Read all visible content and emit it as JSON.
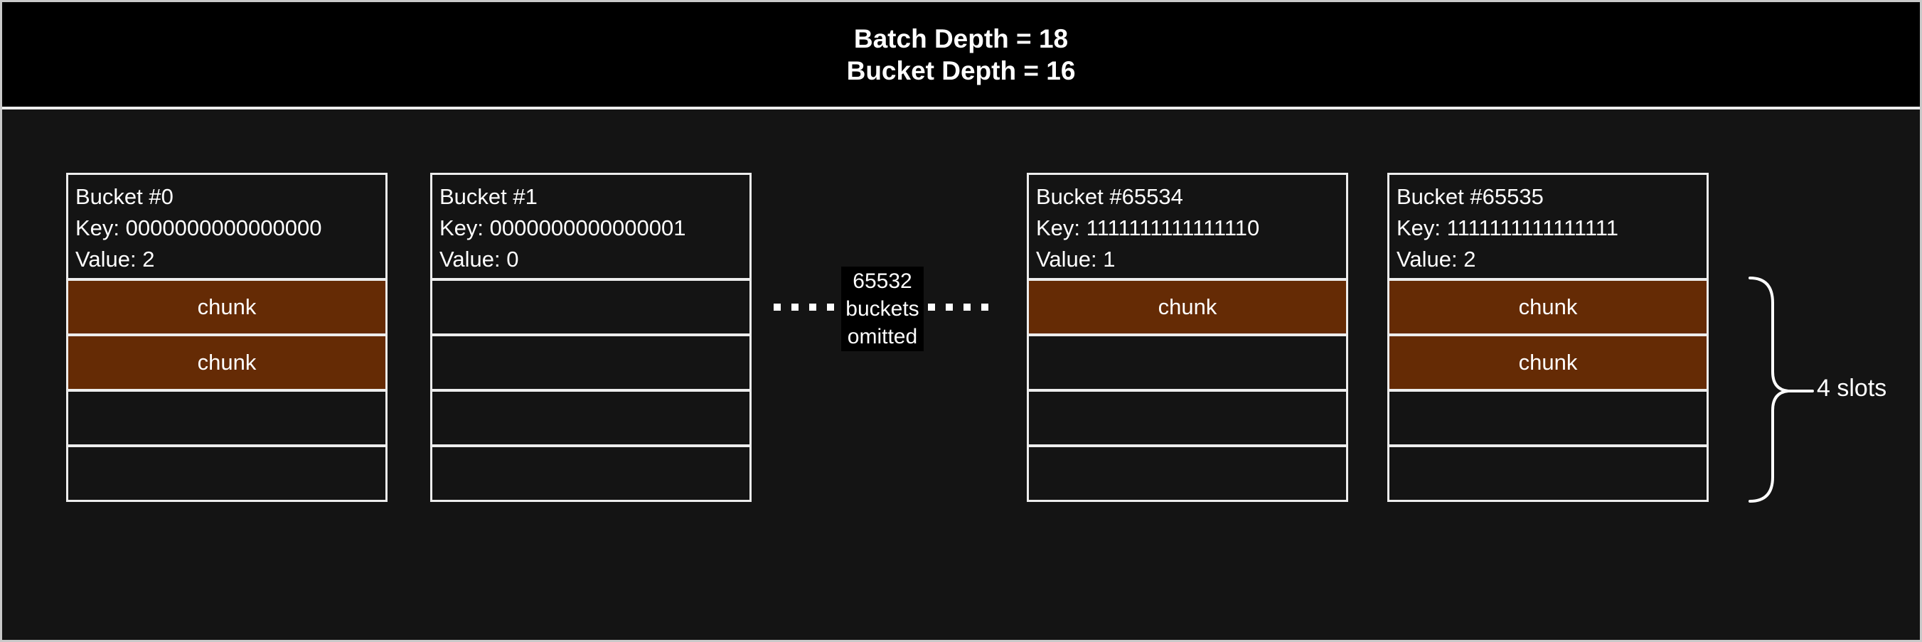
{
  "header": {
    "line1": "Batch Depth = 18",
    "line2": "Bucket Depth = 16"
  },
  "buckets": [
    {
      "name": "Bucket #0",
      "key": "Key: 0000000000000000",
      "value": "Value: 2",
      "slots": [
        {
          "type": "chunk",
          "label": "chunk"
        },
        {
          "type": "chunk",
          "label": "chunk"
        },
        {
          "type": "empty",
          "label": ""
        },
        {
          "type": "empty",
          "label": ""
        }
      ]
    },
    {
      "name": "Bucket #1",
      "key": "Key: 0000000000000001",
      "value": "Value: 0",
      "slots": [
        {
          "type": "empty",
          "label": ""
        },
        {
          "type": "empty",
          "label": ""
        },
        {
          "type": "empty",
          "label": ""
        },
        {
          "type": "empty",
          "label": ""
        }
      ]
    },
    {
      "name": "Bucket #65534",
      "key": "Key: 1111111111111110",
      "value": "Value: 1",
      "slots": [
        {
          "type": "chunk",
          "label": "chunk"
        },
        {
          "type": "empty",
          "label": ""
        },
        {
          "type": "empty",
          "label": ""
        },
        {
          "type": "empty",
          "label": ""
        }
      ]
    },
    {
      "name": "Bucket #65535",
      "key": "Key: 1111111111111111",
      "value": "Value: 2",
      "slots": [
        {
          "type": "chunk",
          "label": "chunk"
        },
        {
          "type": "chunk",
          "label": "chunk"
        },
        {
          "type": "empty",
          "label": ""
        },
        {
          "type": "empty",
          "label": ""
        }
      ]
    }
  ],
  "omitted": {
    "line1": "65532",
    "line2": "buckets",
    "line3": "omitted"
  },
  "annotation": {
    "four_slots": "4 slots"
  },
  "colors": {
    "chunk": "#652b05",
    "header_bg": "#000000",
    "body_bg": "#141414",
    "line": "#ededed",
    "outer_border": "#c9c9c9",
    "text": "#ffffff"
  }
}
